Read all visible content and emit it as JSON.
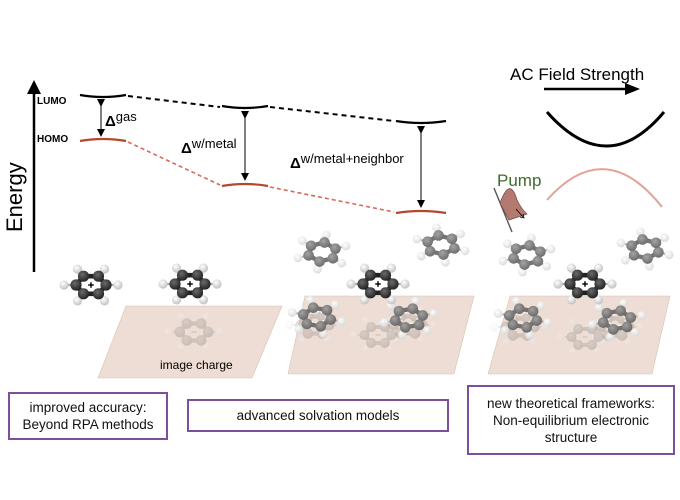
{
  "axis": {
    "label": "Energy"
  },
  "levels": {
    "lumo": "LUMO",
    "homo": "HOMO"
  },
  "gaps": {
    "gas": {
      "symbol": "Δ",
      "sup": "gas"
    },
    "metal": {
      "symbol": "Δ",
      "sup": "w/metal"
    },
    "neighbor": {
      "symbol": "Δ",
      "sup": "w/metal+neighbor"
    }
  },
  "ac_field": {
    "label": "AC Field Strength"
  },
  "pump": {
    "label": "Pump"
  },
  "image_charge": {
    "label": "image charge"
  },
  "boxes": [
    {
      "text": "improved accuracy:\nBeyond RPA methods"
    },
    {
      "text": "advanced solvation models"
    },
    {
      "text": "new theoretical frameworks:\nNon-equilibrium electronic\nstructure"
    }
  ],
  "colors": {
    "homo": "#b5472e",
    "homo_dashed": "#d9685a",
    "accent_box": "#7b4f9a",
    "surface": "#eeddd4",
    "pump_curve": "#e3a396",
    "pump_text": "#3c6b2c"
  }
}
